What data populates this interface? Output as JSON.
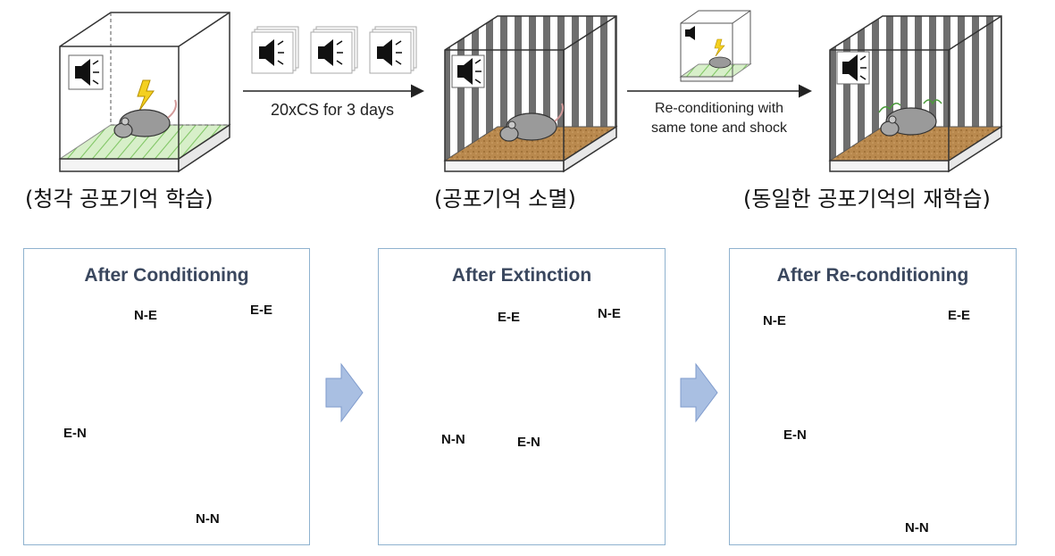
{
  "top": {
    "stages": [
      {
        "caption": "(청각 공포기억 학습)"
      },
      {
        "caption": "(공포기억 소멸)"
      },
      {
        "caption": "(동일한 공포기억의 재학습)"
      }
    ],
    "arrows": [
      {
        "label": "20xCS for 3 days"
      },
      {
        "line1": "Re-conditioning with",
        "line2": "same tone and shock"
      }
    ],
    "icons": [
      "speaker-icon",
      "lightning-icon",
      "mouse-icon"
    ]
  },
  "panels": [
    {
      "title": "After Conditioning",
      "labels": [
        "N-E",
        "E-E",
        "E-N",
        "N-N"
      ]
    },
    {
      "title": "After Extinction",
      "labels": [
        "E-E",
        "N-E",
        "N-N",
        "E-N"
      ]
    },
    {
      "title": "After Re-conditioning",
      "labels": [
        "N-E",
        "E-E",
        "E-N",
        "N-N"
      ]
    }
  ],
  "colors": {
    "engram_dendrite": "#c8383c",
    "non_engram_dendrite": "#b7b7b7",
    "engram_bouton": "#f2dc2a",
    "non_engram_bouton": "#4fd6e0",
    "panel_border": "#8fb2cf",
    "transition_arrow": "#a9bfe2"
  }
}
